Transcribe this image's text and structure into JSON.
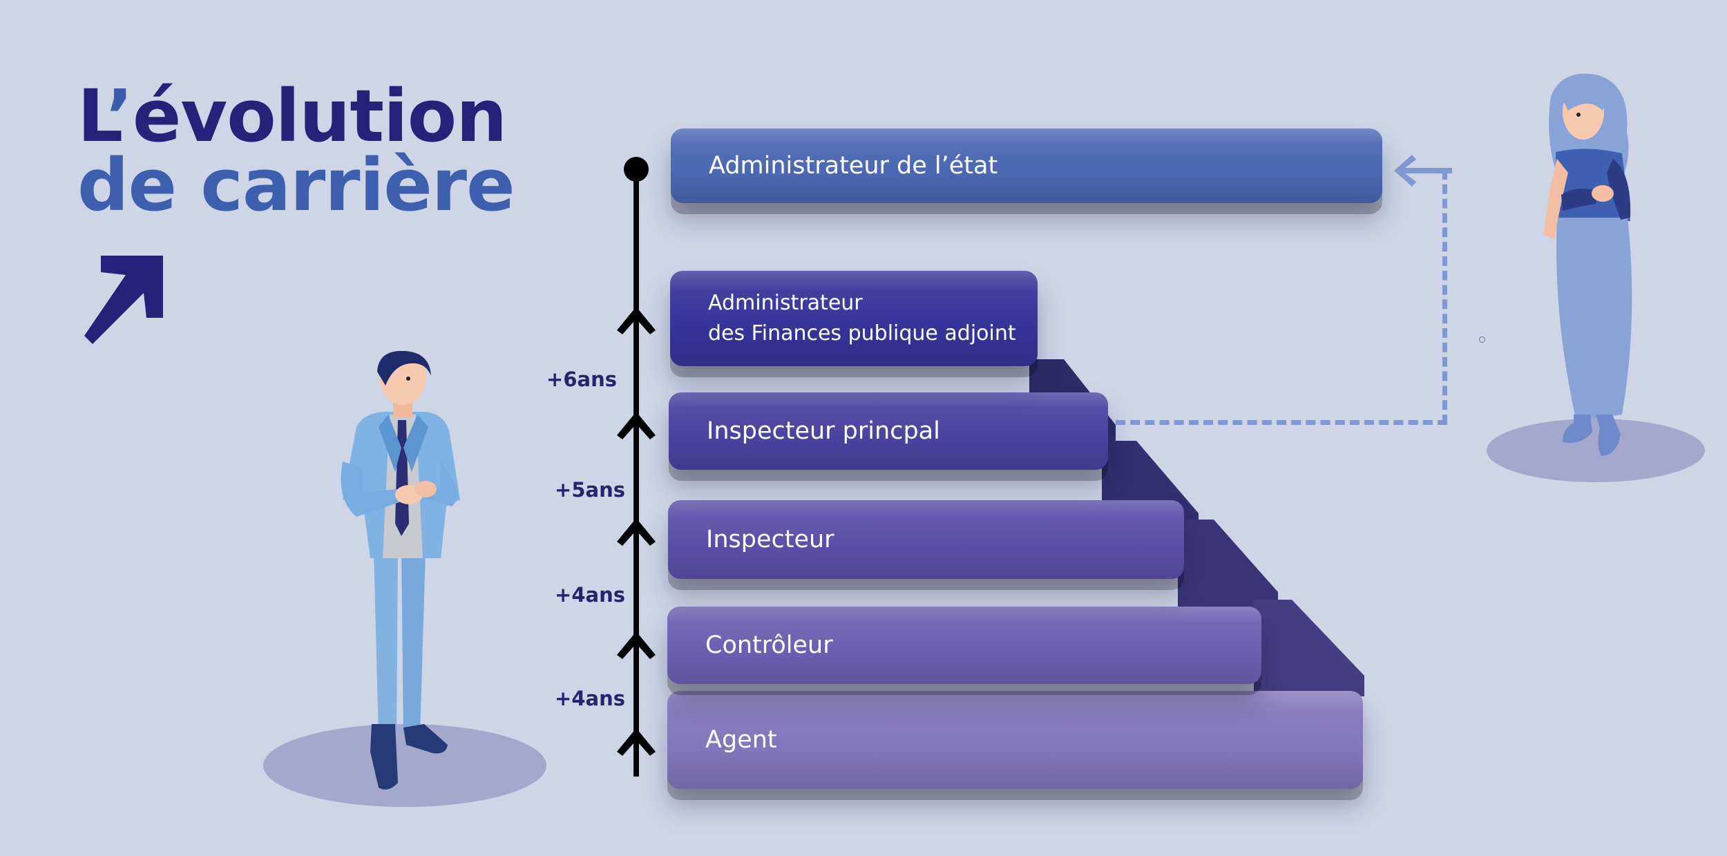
{
  "title": {
    "line1_lead": "L",
    "line1_apostrophe": "’",
    "line1_rest": "évolution",
    "line2": "de carrière"
  },
  "icons": {
    "title_arrow": "arrow-up-right-icon",
    "axis_arrows": "arrow-up-icon",
    "back_arrow": "arrow-left-icon"
  },
  "steps": [
    {
      "label": "Agent"
    },
    {
      "label": "Contrôleur"
    },
    {
      "label": "Inspecteur"
    },
    {
      "label": "Inspecteur princpal"
    },
    {
      "label_line1": "Administrateur",
      "label_line2": "des Finances publique adjoint"
    },
    {
      "label": "Administrateur de l’état"
    }
  ],
  "durations": [
    "+4ans",
    "+4ans",
    "+5ans",
    "+6ans"
  ],
  "colors": {
    "background": "#ced5e7",
    "title_dark": "#24237a",
    "title_blue": "#3e5eae",
    "dash": "#7f98cf",
    "step_agent": "#8275bb",
    "step_controleur": "#6c5fb1",
    "step_inspecteur": "#5b4ea8",
    "step_inspecteur_principal": "#4a42a0",
    "step_administrateur_adjoint": "#35349a",
    "step_administrateur_etat": "#4b67b3"
  }
}
